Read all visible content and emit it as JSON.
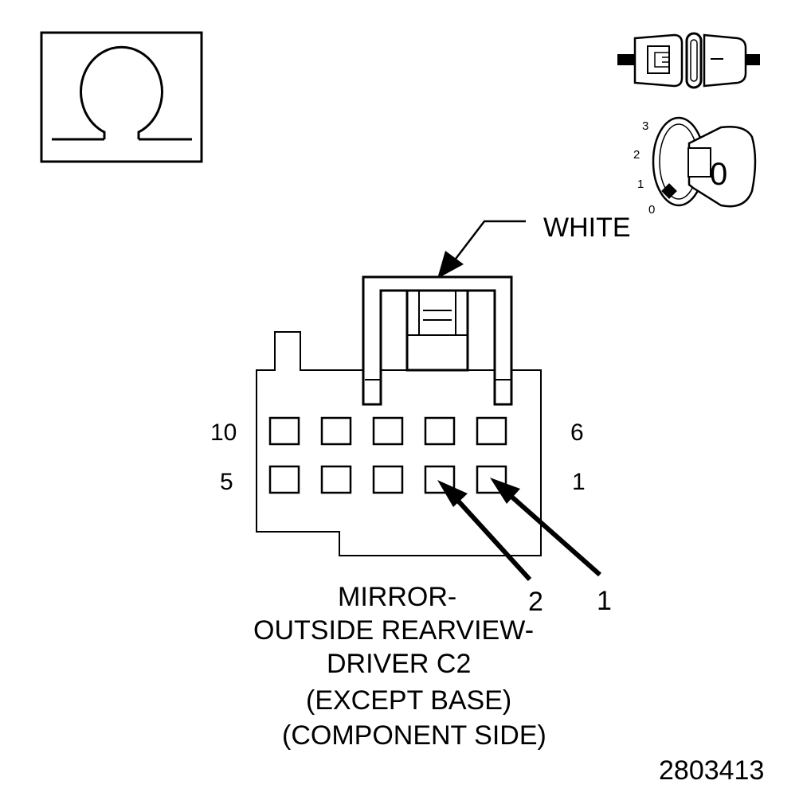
{
  "color_label": "WHITE",
  "pin_labels": {
    "top_left": "10",
    "top_right": "6",
    "bottom_left": "5",
    "bottom_right": "1"
  },
  "callouts": {
    "pin_a": "2",
    "pin_b": "1"
  },
  "ignition_dial": {
    "positions": [
      "3",
      "2",
      "1",
      "0"
    ],
    "key_label": "0"
  },
  "caption": {
    "line1": "MIRROR-",
    "line2": "OUTSIDE REARVIEW-",
    "line3": "DRIVER C2",
    "line4": "(EXCEPT BASE)",
    "line5": "(COMPONENT SIDE)"
  },
  "figure_number": "2803413",
  "icons": [
    "ohm-symbol-icon",
    "disconnected-connector-icon",
    "ignition-key-off-icon"
  ]
}
